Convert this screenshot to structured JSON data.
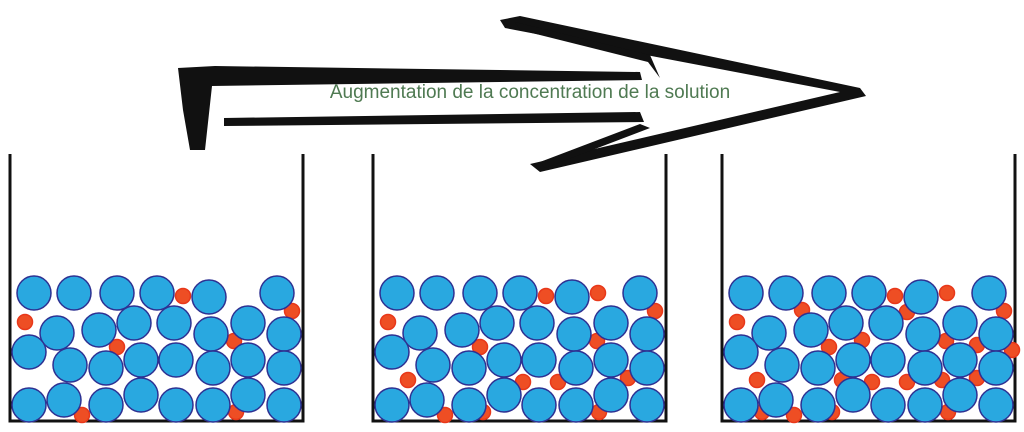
{
  "arrow": {
    "label": "Augmentation de la concentration de la solution"
  },
  "colors": {
    "solvent": "#29a8e0",
    "solvent_stroke": "#2e3192",
    "solute": "#ee4e24",
    "solute_stroke": "#e8381a",
    "label": "#4f7a52",
    "ink": "#111111"
  },
  "beakers": [
    {
      "name": "low-concentration",
      "solute_particles": 7
    },
    {
      "name": "medium-concentration",
      "solute_particles": 13
    },
    {
      "name": "high-concentration",
      "solute_particles": 22
    }
  ]
}
